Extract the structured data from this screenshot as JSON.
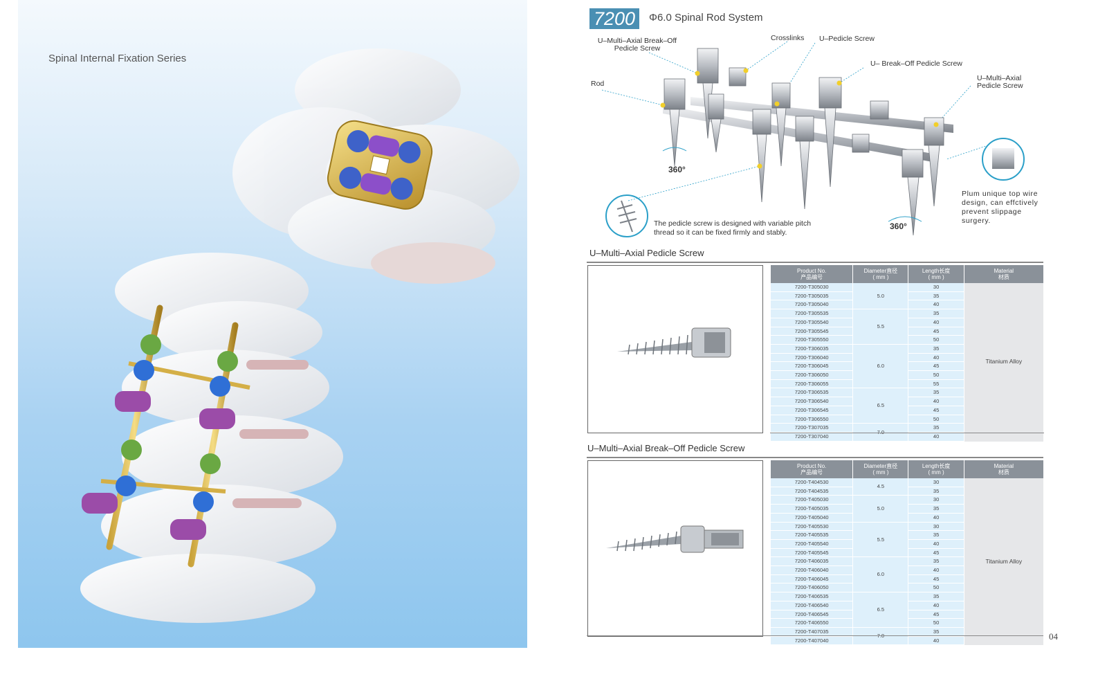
{
  "left": {
    "series_title": "Spinal Internal Fixation Series"
  },
  "header": {
    "model": "7200",
    "system_title": "Φ6.0 Spinal Rod System"
  },
  "diagram": {
    "callouts": {
      "break_off": "U–Multi–Axial Break–Off Pedicle Screw",
      "crosslinks": "Crosslinks",
      "u_pedicle": "U–Pedicle Screw",
      "u_break_off": "U– Break–Off Pedicle Screw",
      "u_multi_axial": "U–Multi–Axial Pedicle Screw",
      "rod": "Rod"
    },
    "angle_label": "360°",
    "thread_note": "The pedicle screw is designed with variable pitch thread so it can be fixed firmly and stably.",
    "plum_note": "Plum unique top wire design, can effctively prevent slippage surgery."
  },
  "headers": {
    "product_no": "Product No.",
    "product_no_cn": "产品编号",
    "diameter": "Diameter直径",
    "length": "Length长度",
    "unit": "( mm )",
    "material": "Material",
    "material_cn": "材质"
  },
  "sections": [
    {
      "title": "U–Multi–Axial Pedicle Screw",
      "material": "Titanium Alloy",
      "rows": [
        {
          "pn": "7200-T305030",
          "len": "30"
        },
        {
          "pn": "7200-T305035",
          "len": "35"
        },
        {
          "pn": "7200-T305040",
          "len": "40"
        },
        {
          "pn": "7200-T305535",
          "len": "35"
        },
        {
          "pn": "7200-T305540",
          "len": "40"
        },
        {
          "pn": "7200-T305545",
          "len": "45"
        },
        {
          "pn": "7200-T305550",
          "len": "50"
        },
        {
          "pn": "7200-T306035",
          "len": "35"
        },
        {
          "pn": "7200-T306040",
          "len": "40"
        },
        {
          "pn": "7200-T306045",
          "len": "45"
        },
        {
          "pn": "7200-T306050",
          "len": "50"
        },
        {
          "pn": "7200-T306055",
          "len": "55"
        },
        {
          "pn": "7200-T306535",
          "len": "35"
        },
        {
          "pn": "7200-T306540",
          "len": "40"
        },
        {
          "pn": "7200-T306545",
          "len": "45"
        },
        {
          "pn": "7200-T306550",
          "len": "50"
        },
        {
          "pn": "7200-T307035",
          "len": "35"
        },
        {
          "pn": "7200-T307040",
          "len": "40"
        }
      ],
      "diameters": [
        {
          "value": "5.0",
          "span": 3
        },
        {
          "value": "5.5",
          "span": 4
        },
        {
          "value": "6.0",
          "span": 5
        },
        {
          "value": "6.5",
          "span": 4
        },
        {
          "value": "7.0",
          "span": 2
        }
      ]
    },
    {
      "title": "U–Multi–Axial Break–Off Pedicle Screw",
      "material": "Titanium Alloy",
      "rows": [
        {
          "pn": "7200-T404530",
          "len": "30"
        },
        {
          "pn": "7200-T404535",
          "len": "35"
        },
        {
          "pn": "7200-T405030",
          "len": "30"
        },
        {
          "pn": "7200-T405035",
          "len": "35"
        },
        {
          "pn": "7200-T405040",
          "len": "40"
        },
        {
          "pn": "7200-T405530",
          "len": "30"
        },
        {
          "pn": "7200-T405535",
          "len": "35"
        },
        {
          "pn": "7200-T405540",
          "len": "40"
        },
        {
          "pn": "7200-T405545",
          "len": "45"
        },
        {
          "pn": "7200-T406035",
          "len": "35"
        },
        {
          "pn": "7200-T406040",
          "len": "40"
        },
        {
          "pn": "7200-T406045",
          "len": "45"
        },
        {
          "pn": "7200-T406050",
          "len": "50"
        },
        {
          "pn": "7200-T406535",
          "len": "35"
        },
        {
          "pn": "7200-T406540",
          "len": "40"
        },
        {
          "pn": "7200-T406545",
          "len": "45"
        },
        {
          "pn": "7200-T406550",
          "len": "50"
        },
        {
          "pn": "7200-T407035",
          "len": "35"
        },
        {
          "pn": "7200-T407040",
          "len": "40"
        }
      ],
      "diameters": [
        {
          "value": "4.5",
          "span": 2
        },
        {
          "value": "5.0",
          "span": 3
        },
        {
          "value": "5.5",
          "span": 4
        },
        {
          "value": "6.0",
          "span": 4
        },
        {
          "value": "6.5",
          "span": 4
        },
        {
          "value": "7.0",
          "span": 2
        }
      ]
    }
  ],
  "page_number": "04",
  "colors": {
    "badge": "#4a8fb3",
    "header_bg": "#8a9199",
    "cell_bg": "#def0fb",
    "material_bg": "#e6e7e9"
  }
}
